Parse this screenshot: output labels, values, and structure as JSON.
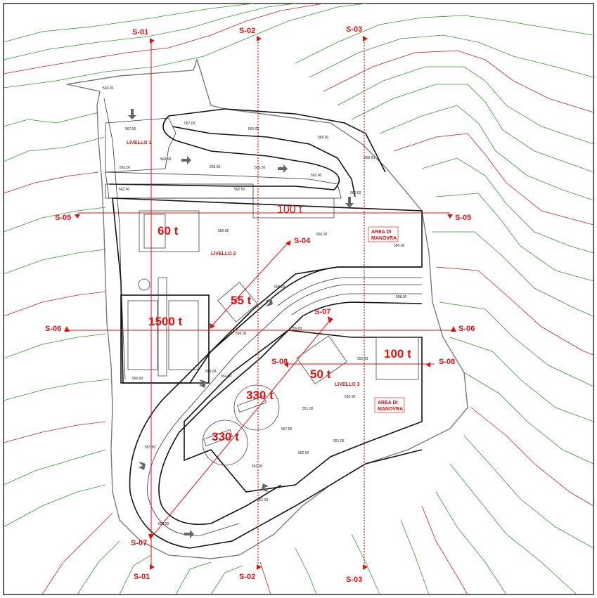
{
  "sections": [
    {
      "id": "s01",
      "top": "S-01",
      "bottom": "S-01"
    },
    {
      "id": "s02",
      "top": "S-02",
      "bottom": "S-02"
    },
    {
      "id": "s03",
      "top": "S-03",
      "bottom": "S-03"
    },
    {
      "id": "s04",
      "label": "S-04"
    },
    {
      "id": "s05",
      "left": "S-05",
      "right": "S-05"
    },
    {
      "id": "s06",
      "left": "S-06",
      "right": "S-06"
    },
    {
      "id": "s07",
      "top": "S-07",
      "bottom": "S-07"
    },
    {
      "id": "s08",
      "left": "S-08",
      "right": "S-08"
    }
  ],
  "loads": {
    "load_60": "60 t",
    "load_100_top": "100 t",
    "load_55": "55 t",
    "load_1500": "1500 t",
    "load_100_right": "100 t",
    "load_50": "50 t",
    "load_330_a": "330 t",
    "load_330_b": "330 t"
  },
  "levels": {
    "livello_1": "LIVELLO 1",
    "livello_2": "LIVELLO 2",
    "livello_3": "LIVELLO 3"
  },
  "areas": {
    "area_manovra_1_line1": "AREA DI",
    "area_manovra_1_line2": "MANOVRA",
    "area_manovra_2_line1": "AREA DI",
    "area_manovra_2_line2": "MANOVRA"
  },
  "elevations": {
    "e1": "569.00",
    "e2": "567.00",
    "e3": "567.00",
    "e4": "565.00",
    "e5": "565.00",
    "e6": "565.00",
    "e7": "564.00",
    "e8": "563.00",
    "e9": "562.50",
    "e10": "562.00",
    "e11": "562.00",
    "e12": "560.00",
    "e13": "560.00",
    "e14": "560.00",
    "e15": "560.00",
    "e16": "560.00",
    "e17": "560.00",
    "e18": "558.00",
    "e19": "558.00",
    "e20": "556.00",
    "e21": "556.00",
    "e22": "555.00",
    "e23": "554.00",
    "e24": "553.00",
    "e25": "552.00",
    "e26": "551.00",
    "e27": "551.00",
    "e28": "550.00",
    "e29": "562.50",
    "e30": "557.50"
  },
  "colors": {
    "contour_green": "#2e9a2e",
    "contour_red": "#c62020",
    "section_red": "#e01010",
    "structure_black": "#111111"
  }
}
